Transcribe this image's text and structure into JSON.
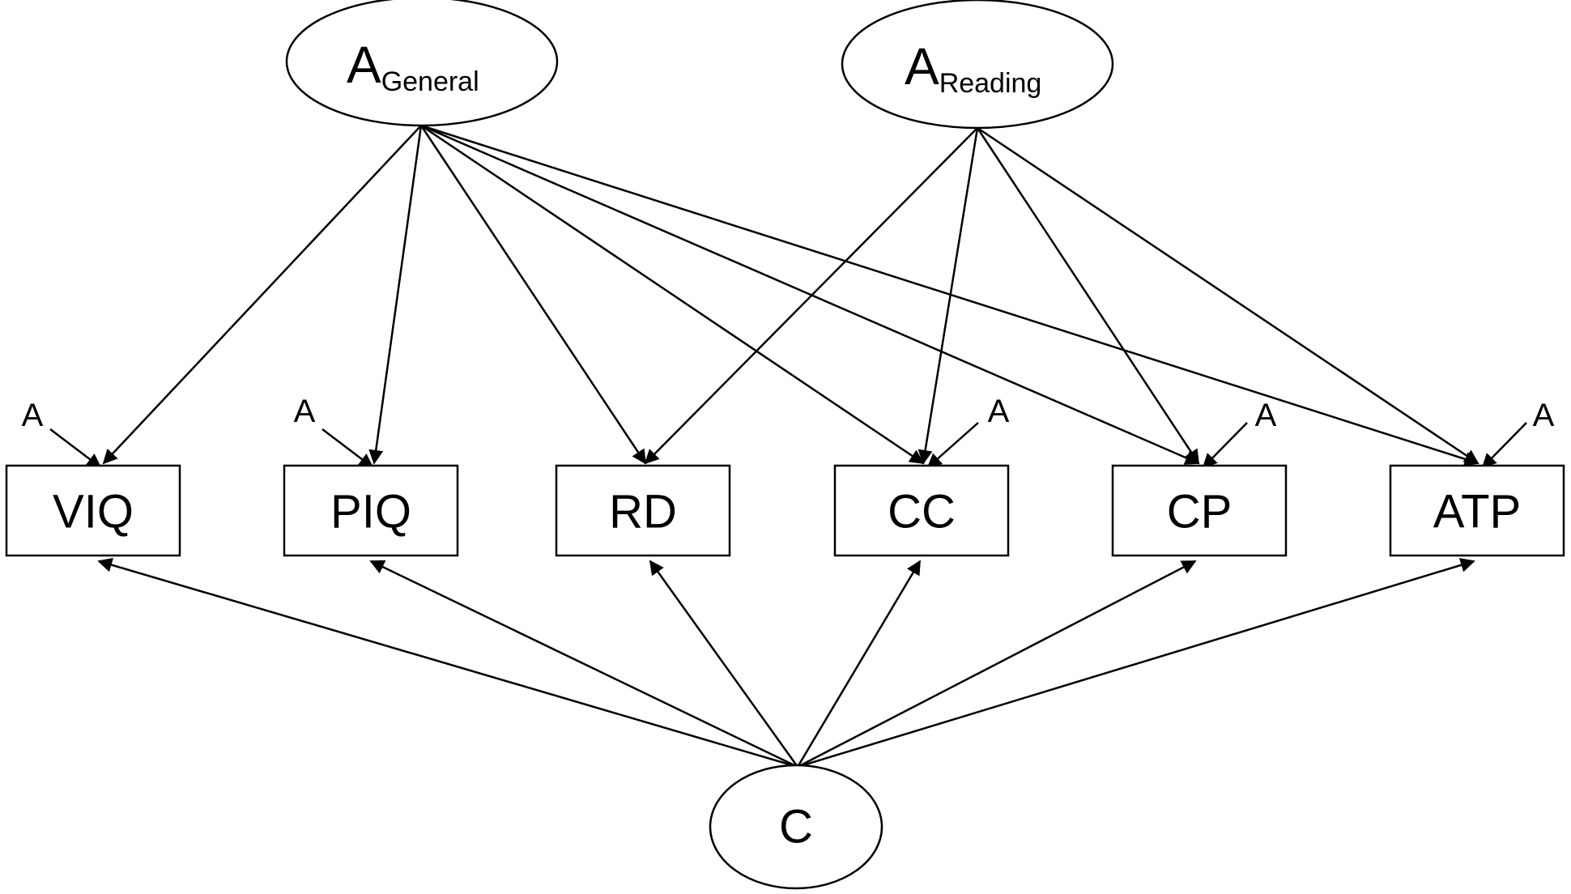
{
  "diagram": {
    "latents": {
      "a_general": {
        "main": "A",
        "sub": "General"
      },
      "a_reading": {
        "main": "A",
        "sub": "Reading"
      },
      "c": {
        "label": "C"
      }
    },
    "observed": [
      "VIQ",
      "PIQ",
      "RD",
      "CC",
      "CP",
      "ATP"
    ],
    "residual_label": "A",
    "paths": [
      {
        "from": "A General",
        "to": "VIQ"
      },
      {
        "from": "A General",
        "to": "PIQ"
      },
      {
        "from": "A General",
        "to": "RD"
      },
      {
        "from": "A General",
        "to": "CC"
      },
      {
        "from": "A General",
        "to": "CP"
      },
      {
        "from": "A General",
        "to": "ATP"
      },
      {
        "from": "A Reading",
        "to": "RD"
      },
      {
        "from": "A Reading",
        "to": "CC"
      },
      {
        "from": "A Reading",
        "to": "CP"
      },
      {
        "from": "A Reading",
        "to": "ATP"
      },
      {
        "from": "C",
        "to": "VIQ"
      },
      {
        "from": "C",
        "to": "PIQ"
      },
      {
        "from": "C",
        "to": "RD"
      },
      {
        "from": "C",
        "to": "CC"
      },
      {
        "from": "C",
        "to": "CP"
      },
      {
        "from": "C",
        "to": "ATP"
      }
    ]
  }
}
